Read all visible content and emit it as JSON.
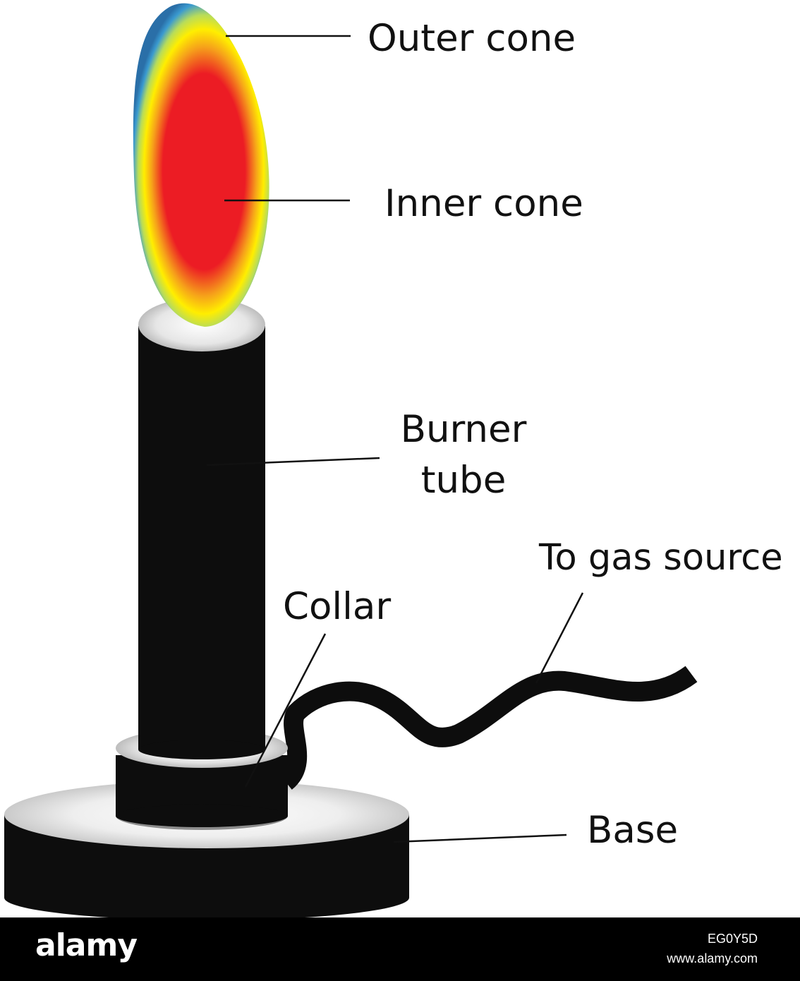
{
  "labels": {
    "outer_cone": "Outer cone",
    "inner_cone": "Inner cone",
    "burner_tube_line1": "Burner",
    "burner_tube_line2": "tube",
    "to_gas_source": "To gas source",
    "collar": "Collar",
    "base": "Base"
  },
  "footer": {
    "logo": "alamy",
    "image_id": "EG0Y5D",
    "site": "www.alamy.com"
  },
  "colors": {
    "flame_outer": "#2a7ab8",
    "flame_mid": "#ffee00",
    "flame_inner": "#ec1c24",
    "burner_body": "#0d0d0d",
    "metal_light": "#e8e8e8",
    "metal_dark": "#9a9a9a"
  }
}
